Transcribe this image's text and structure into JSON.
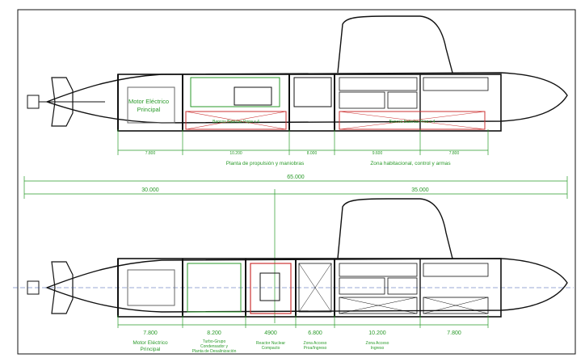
{
  "top": {
    "motor_label_line1": "Motor Eléctrico",
    "motor_label_line2": "Principal",
    "battery_aft": "Bancos Baterías Popa x 4",
    "battery_fwd": "Bancos Baterías Proa x 4",
    "dims": [
      "7.800",
      "10.200",
      "8.000",
      "9.600",
      "7.800"
    ],
    "zone_propulsion": "Planta de propulsión y maniobras",
    "zone_habitational": "Zona habitacional, control y armas"
  },
  "bottom": {
    "overall_length": "65.000",
    "aft_length": "30.000",
    "fwd_length": "35.000",
    "dims": [
      "7.800",
      "8.200",
      "4900",
      "6.800",
      "10.200",
      "7.800"
    ],
    "captions": [
      {
        "l1": "Motor Eléctrico",
        "l2": "Principal",
        "l3": ""
      },
      {
        "l1": "Turbo-Grupo",
        "l2": "Condensador y",
        "l3": "Planta de Desalinización"
      },
      {
        "l1": "Reactor Nuclear",
        "l2": "Compacto",
        "l3": ""
      },
      {
        "l1": "Zona Acceso",
        "l2": "Proa/Ingreso",
        "l3": ""
      },
      {
        "l1": "Zona Acceso",
        "l2": "Ingreso",
        "l3": ""
      }
    ]
  }
}
